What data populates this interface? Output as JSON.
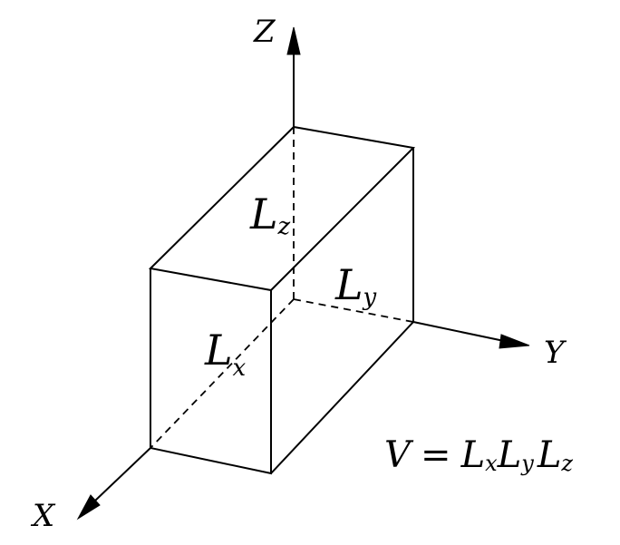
{
  "axes": {
    "x": "X",
    "y": "Y",
    "z": "Z"
  },
  "dimensions": {
    "lx": {
      "letter": "L",
      "sub": "x"
    },
    "ly": {
      "letter": "L",
      "sub": "y"
    },
    "lz": {
      "letter": "L",
      "sub": "z"
    }
  },
  "formula": {
    "lhs": "V",
    "eq": "=",
    "terms": [
      {
        "letter": "L",
        "sub": "x"
      },
      {
        "letter": "L",
        "sub": "y"
      },
      {
        "letter": "L",
        "sub": "z"
      }
    ]
  },
  "colors": {
    "ink": "#000000",
    "paper": "#ffffff"
  }
}
